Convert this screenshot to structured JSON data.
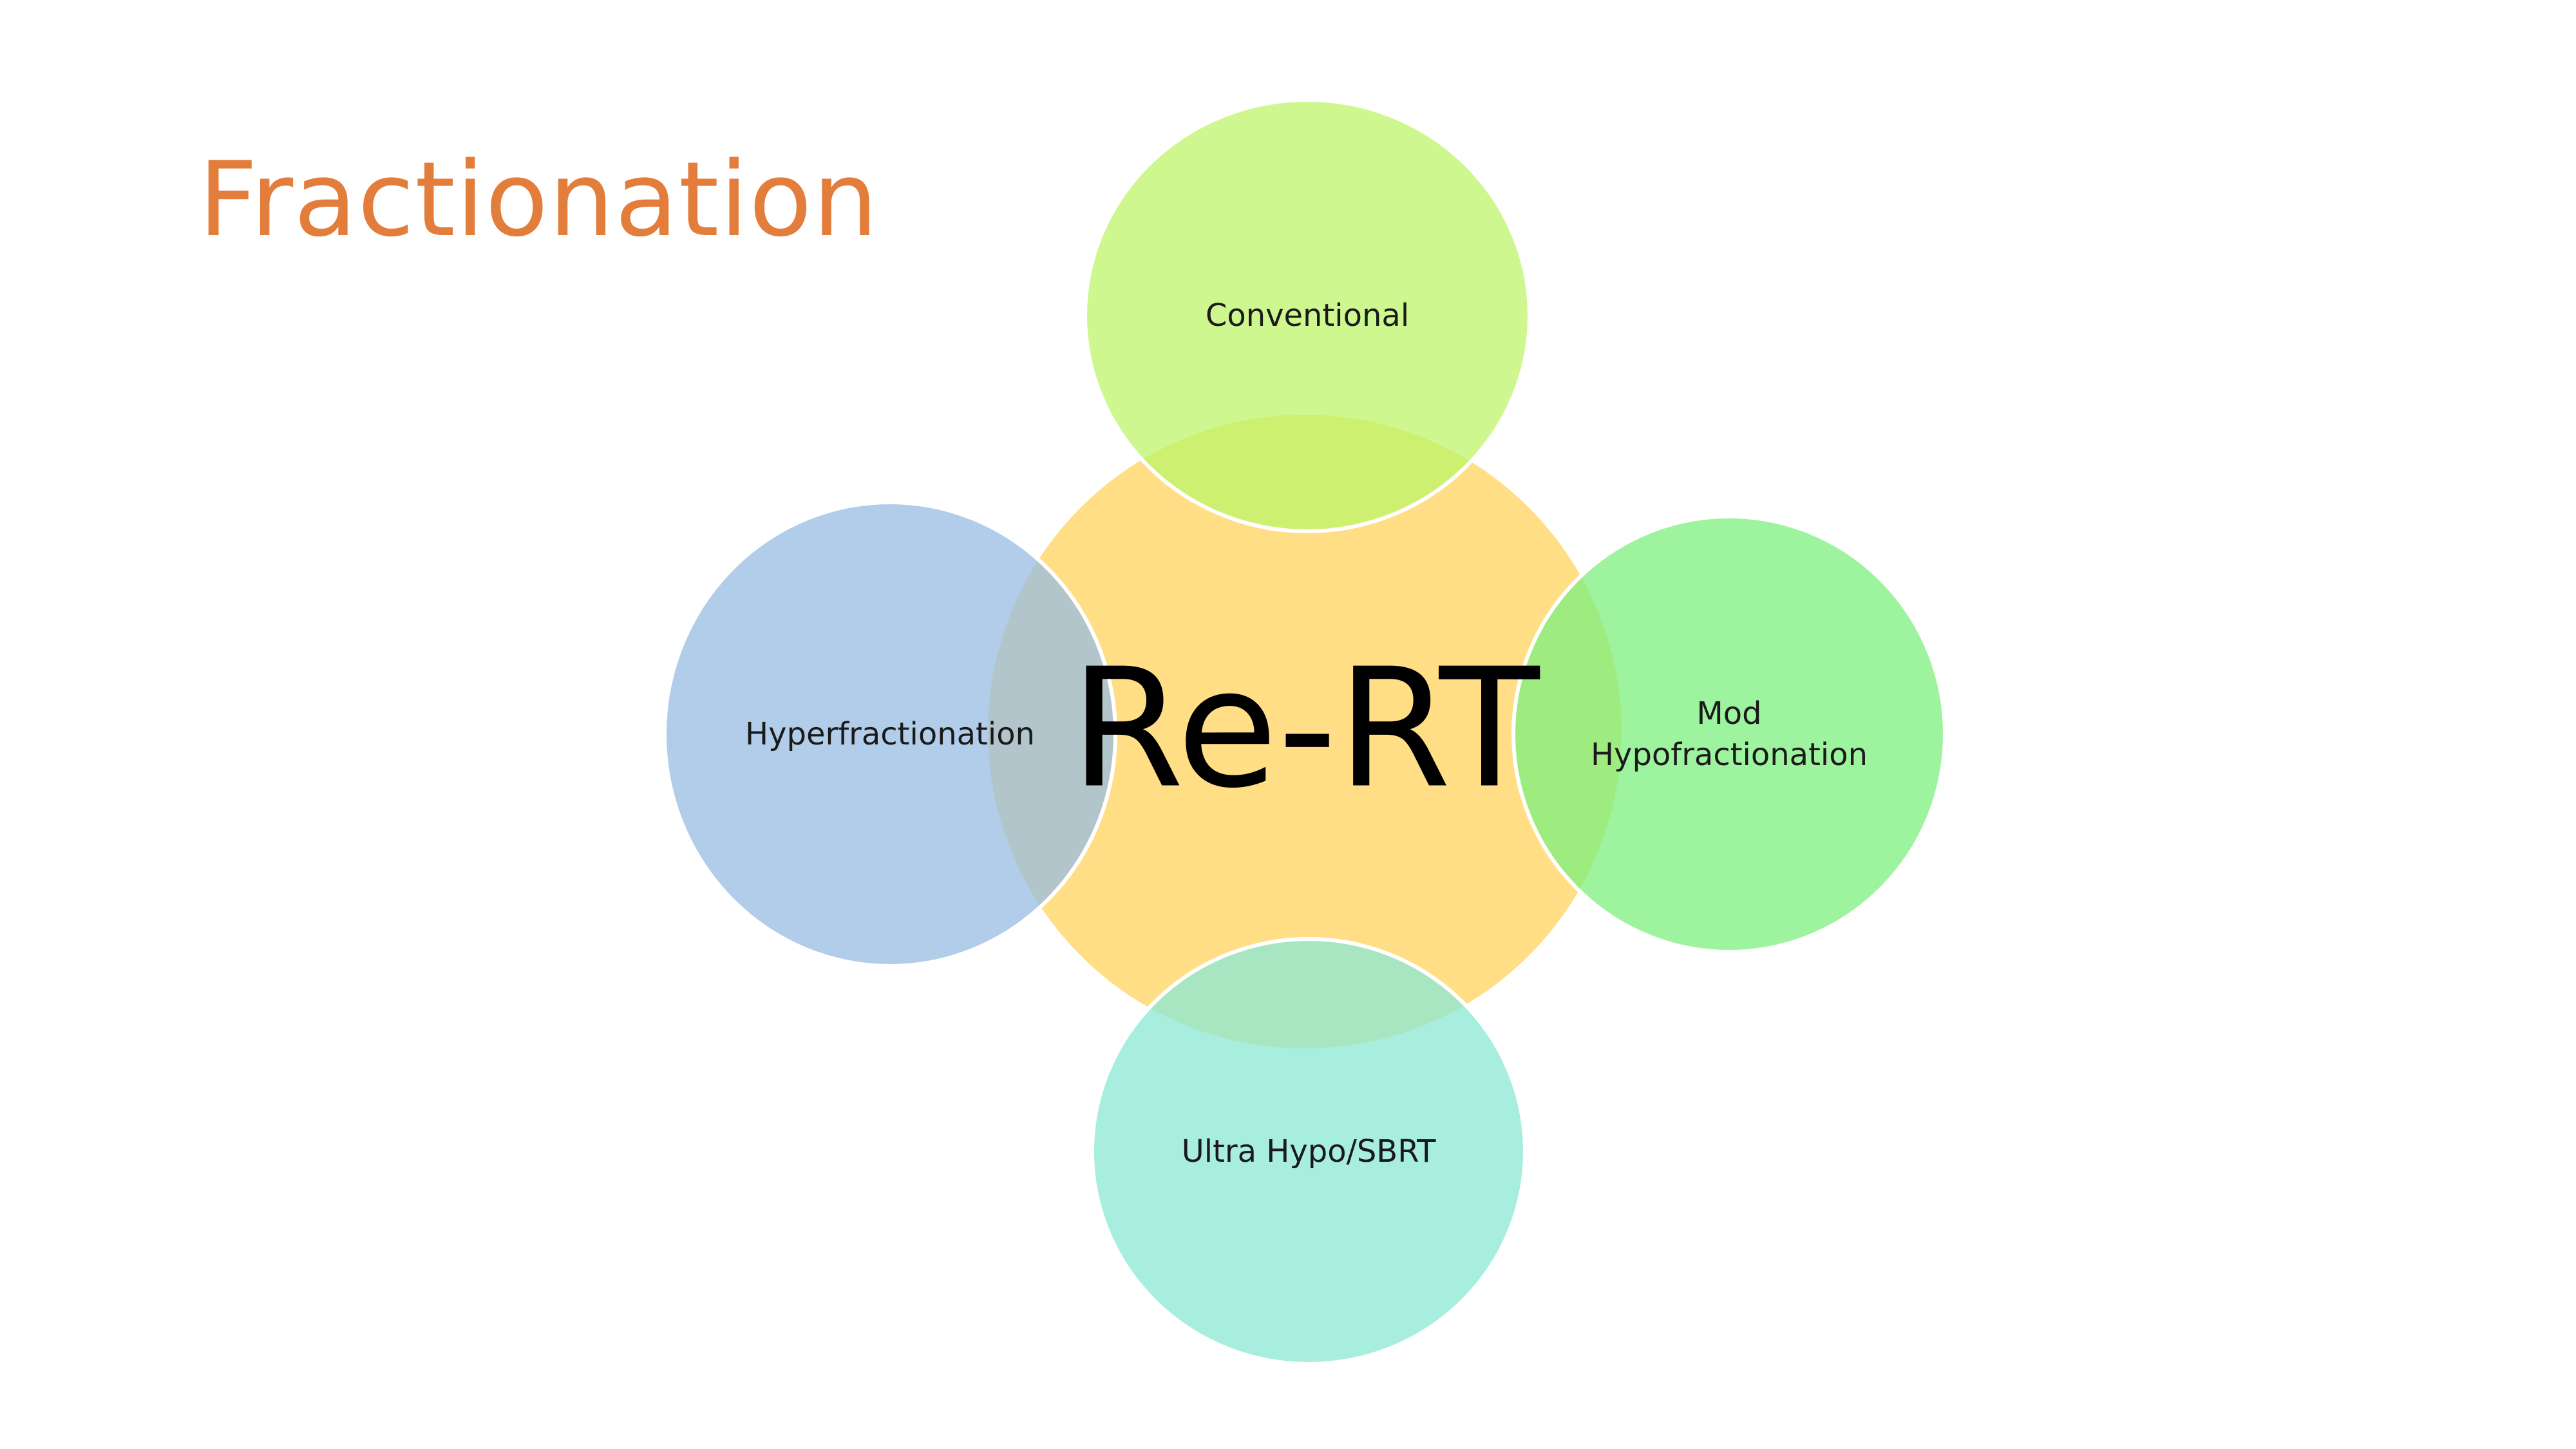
{
  "title": "Fractionation",
  "colors": {
    "title": "#E27D3C",
    "stroke": "#ffffff"
  },
  "center": {
    "label": "Re-RT",
    "color": "#FFD35C"
  },
  "nodes": [
    {
      "key": "top",
      "lines": [
        "Conventional"
      ],
      "color": "#BEF56A"
    },
    {
      "key": "left",
      "lines": [
        "Hyperfractionation"
      ],
      "color": "#97BCE2"
    },
    {
      "key": "right",
      "lines": [
        "Mod",
        "Hypofractionation"
      ],
      "color": "#7EEF7F"
    },
    {
      "key": "bottom",
      "lines": [
        "Ultra Hypo/SBRT"
      ],
      "color": "#8AE8D4"
    }
  ]
}
